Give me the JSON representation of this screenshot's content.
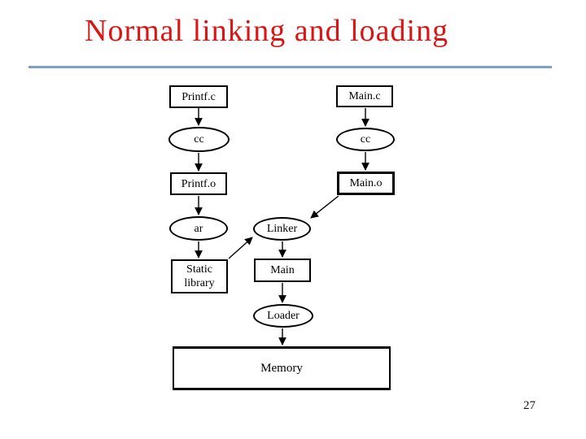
{
  "slide": {
    "title": "Normal linking and loading",
    "page_number": "27"
  },
  "colors": {
    "title_red": "#dc1414",
    "rule_blue": "#7ca0c8",
    "node_border": "#000000",
    "background": "#ffffff"
  },
  "diagram": {
    "nodes": [
      {
        "id": "printf-c",
        "shape": "rect",
        "label": "Printf.c"
      },
      {
        "id": "cc-left",
        "shape": "ellipse",
        "label": "cc"
      },
      {
        "id": "printf-o",
        "shape": "rect",
        "label": "Printf.o"
      },
      {
        "id": "ar",
        "shape": "ellipse",
        "label": "ar"
      },
      {
        "id": "static-library",
        "shape": "rect",
        "label": "Static library"
      },
      {
        "id": "main-c",
        "shape": "rect",
        "label": "Main.c"
      },
      {
        "id": "cc-right",
        "shape": "ellipse",
        "label": "cc"
      },
      {
        "id": "main-o",
        "shape": "rect",
        "label": "Main.o"
      },
      {
        "id": "linker",
        "shape": "ellipse",
        "label": "Linker"
      },
      {
        "id": "main",
        "shape": "rect",
        "label": "Main"
      },
      {
        "id": "loader",
        "shape": "ellipse",
        "label": "Loader"
      },
      {
        "id": "memory",
        "shape": "rect",
        "label": "Memory"
      }
    ],
    "edges": [
      {
        "from": "printf-c",
        "to": "cc-left"
      },
      {
        "from": "cc-left",
        "to": "printf-o"
      },
      {
        "from": "printf-o",
        "to": "ar"
      },
      {
        "from": "ar",
        "to": "static-library"
      },
      {
        "from": "main-c",
        "to": "cc-right"
      },
      {
        "from": "cc-right",
        "to": "main-o"
      },
      {
        "from": "main-o",
        "to": "linker"
      },
      {
        "from": "static-library",
        "to": "linker"
      },
      {
        "from": "linker",
        "to": "main"
      },
      {
        "from": "main",
        "to": "loader"
      },
      {
        "from": "loader",
        "to": "memory"
      }
    ]
  }
}
